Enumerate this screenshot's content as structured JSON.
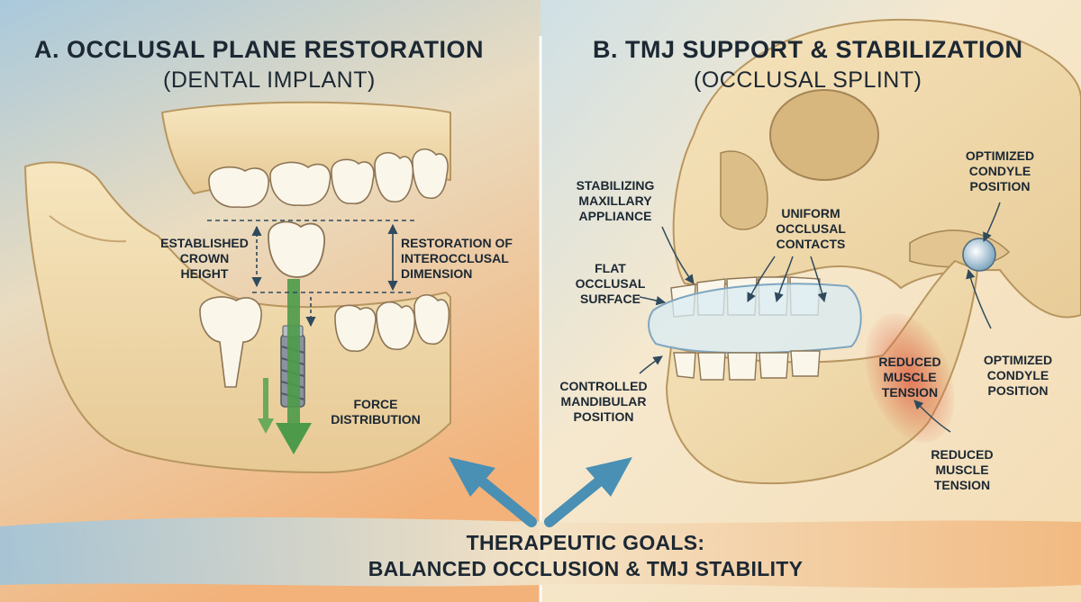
{
  "panels": {
    "left": {
      "title": "A. OCCLUSAL PLANE RESTORATION",
      "subtitle": "(DENTAL IMPLANT)",
      "labels": {
        "crown_height": [
          "ESTABLISHED",
          "CROWN",
          "HEIGHT"
        ],
        "interocclusal": [
          "RESTORATION OF",
          "INTEROCCLUSAL",
          "DIMENSION"
        ],
        "force": [
          "FORCE",
          "DISTRIBUTION"
        ]
      }
    },
    "right": {
      "title": "B. TMJ SUPPORT & STABILIZATION",
      "subtitle": "(OCCLUSAL SPLINT)",
      "labels": {
        "appliance": [
          "STABILIZING",
          "MAXILLARY",
          "APPLIANCE"
        ],
        "contacts": [
          "UNIFORM",
          "OCCLUSAL",
          "CONTACTS"
        ],
        "condyle_top": [
          "OPTIMIZED",
          "CONDYLE",
          "POSITION"
        ],
        "flat_surface": [
          "FLAT",
          "OCCLUSAL",
          "SURFACE"
        ],
        "mandibular": [
          "CONTROLLED",
          "MANDIBULAR",
          "POSITION"
        ],
        "muscle_upper": [
          "REDUCED",
          "MUSCLE",
          "TENSION"
        ],
        "condyle_lower": [
          "OPTIMIZED",
          "CONDYLE",
          "POSITION"
        ],
        "muscle_lower": [
          "REDUCED",
          "MUSCLE",
          "TENSION"
        ]
      }
    }
  },
  "goals": {
    "line1": "THERAPEUTIC GOALS:",
    "line2": "BALANCED OCCLUSION & TMJ STABILITY"
  },
  "colors": {
    "bone": "#f1dcae",
    "bone_outline": "#b89660",
    "tooth": "#fbf6ea",
    "accent_arrow": "#4a8fb4",
    "force_arrow": "#4d9a4a",
    "muscle": "#d9694a",
    "background_blue": "#a8c8dc",
    "background_orange": "#f2b77a"
  },
  "icons": [
    "arrow-up-left-icon",
    "arrow-up-right-icon",
    "force-arrow-icon",
    "implant-screw-icon"
  ]
}
